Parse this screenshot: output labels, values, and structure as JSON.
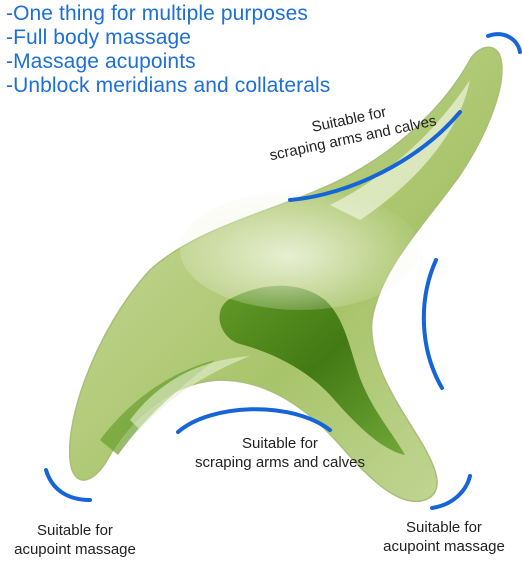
{
  "features": [
    "-One thing for multiple purposes",
    "-Full body massage",
    "-Massage acupoints",
    "-Unblock meridians and collaterals"
  ],
  "labels": {
    "top_right": {
      "line1": "Suitable for",
      "line2": "scraping arms and calves"
    },
    "middle": {
      "line1": "Suitable for",
      "line2": "scraping arms and calves"
    },
    "bottom_left": {
      "line1": "Suitable for",
      "line2": "acupoint massage"
    },
    "bottom_right": {
      "line1": "Suitable for",
      "line2": "acupoint massage"
    }
  },
  "colors": {
    "text_blue": "#1d6fd8",
    "arc_blue": "#1565d8",
    "jade_light": "#c9d8a6",
    "jade_mid": "#9dbb5a",
    "jade_dark": "#3f7a12",
    "label_text": "#222222"
  }
}
